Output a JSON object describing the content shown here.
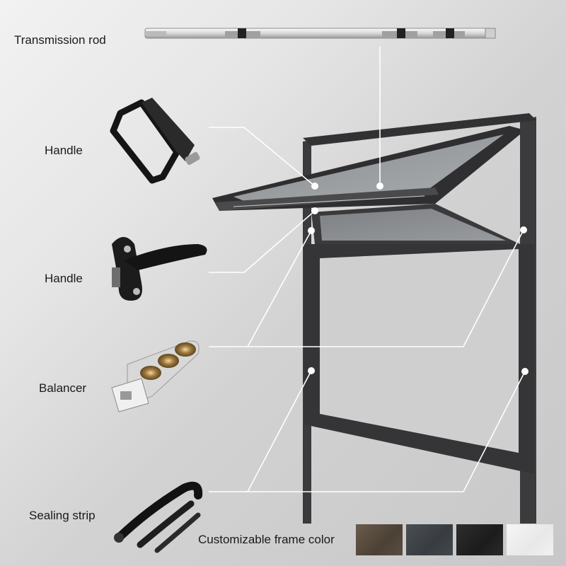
{
  "labels": {
    "transmission_rod": "Transmission rod",
    "handle_top": "Handle",
    "handle_lever": "Handle",
    "balancer": "Balancer",
    "sealing_strip": "Sealing strip",
    "customizable_color": "Customizable frame color"
  },
  "frame_colors": [
    "#4c4136",
    "#383c41",
    "#1c1c1c",
    "#eeeeee"
  ],
  "icons": [
    "transmission-rod-icon",
    "pull-handle-icon",
    "lever-handle-icon",
    "balancer-icon",
    "sealing-strip-icon",
    "window-frame-icon"
  ]
}
